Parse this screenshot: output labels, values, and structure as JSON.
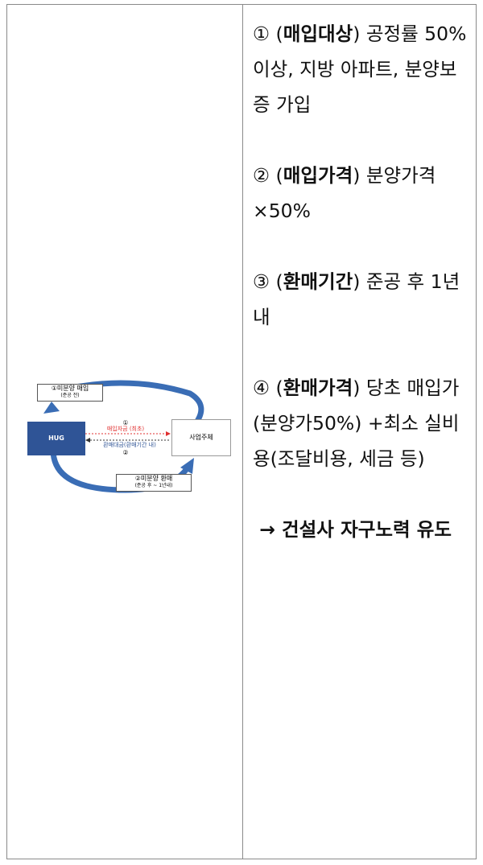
{
  "diagram": {
    "label_top_1": "①미분양 매입",
    "label_top_2": "(준공 전)",
    "hug": "HUG",
    "company": "사업주체",
    "arrow_top_num": "①",
    "arrow_top_label": "매입자금 (최초)",
    "arrow_bottom_label": "환매대금(환매기간 내)",
    "arrow_bottom_num": "②",
    "label_bottom_1": "②미분양 환매",
    "label_bottom_2": "(준공 후 ~ 1년내)",
    "colors": {
      "hug_box": "#2f5496",
      "arrow": "#3a6db5",
      "red_arrow": "#e03030"
    }
  },
  "items": [
    {
      "num": "①",
      "keyword": "매입대상",
      "text": " 공정률 50% 이상, 지방 아파트, 분양보증 가입"
    },
    {
      "num": "②",
      "keyword": "매입가격",
      "text": " 분양가격×50%"
    },
    {
      "num": "③",
      "keyword": "환매기간",
      "text": " 준공 후 1년 내"
    },
    {
      "num": "④",
      "keyword": "환매가격",
      "text": " 당초 매입가(분양가50%) +최소 실비용(조달비용, 세금 등)"
    }
  ],
  "conclusion": " → 건설사 자구노력 유도"
}
